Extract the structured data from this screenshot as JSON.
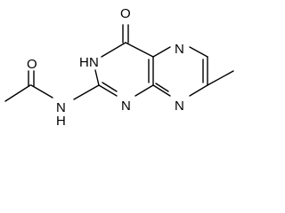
{
  "molecule": {
    "atoms": {
      "carbonyl_oxygen": "O",
      "ring_nh": "N",
      "ring_nh_h": "H",
      "pyrazine_n_top": "N",
      "amide_oxygen": "O",
      "amide_nh": "N",
      "amide_nh_h": "H",
      "pyrimidine_n_bottom": "N",
      "pyrazine_n_bottom": "N"
    }
  }
}
